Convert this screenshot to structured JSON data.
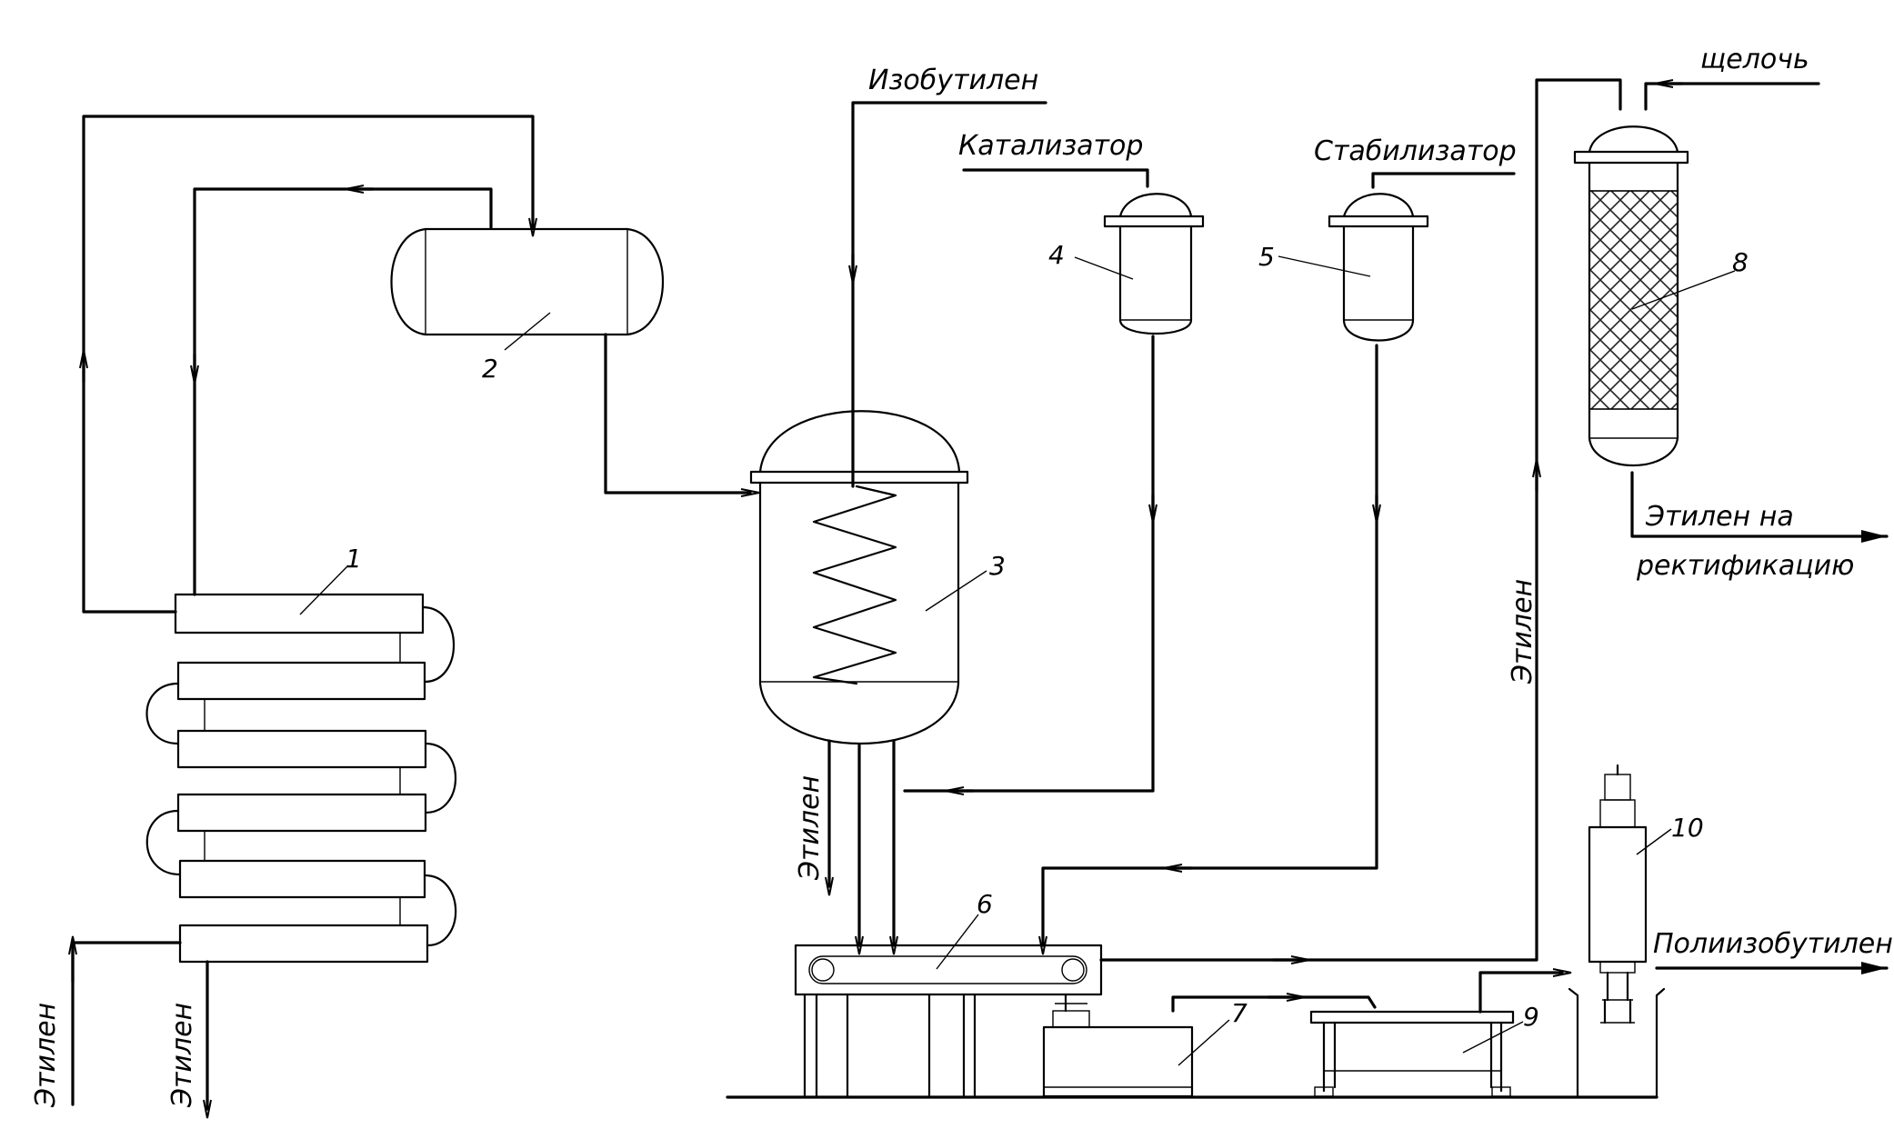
{
  "labels": {
    "isobutylene": "Изобутилен",
    "catalyst": "Катализатор",
    "stabilizer": "Стабилизатор",
    "alkali": "щелочь",
    "ethylene_to_rectification_line1": "Этилен на",
    "ethylene_to_rectification_line2": "ректификацию",
    "ethylene_rising": "Этилен",
    "ethylene_reactor": "Этилен",
    "ethylene_in": "Этилен",
    "ethylene_out": "Этилен",
    "polyisobutylene": "Полиизобутилен"
  },
  "numbers": {
    "n1": "1",
    "n2": "2",
    "n3": "3",
    "n4": "4",
    "n5": "5",
    "n6": "6",
    "n7": "7",
    "n8": "8",
    "n9": "9",
    "n10": "10"
  },
  "colors": {
    "ink": "#000000",
    "paper": "#ffffff"
  }
}
